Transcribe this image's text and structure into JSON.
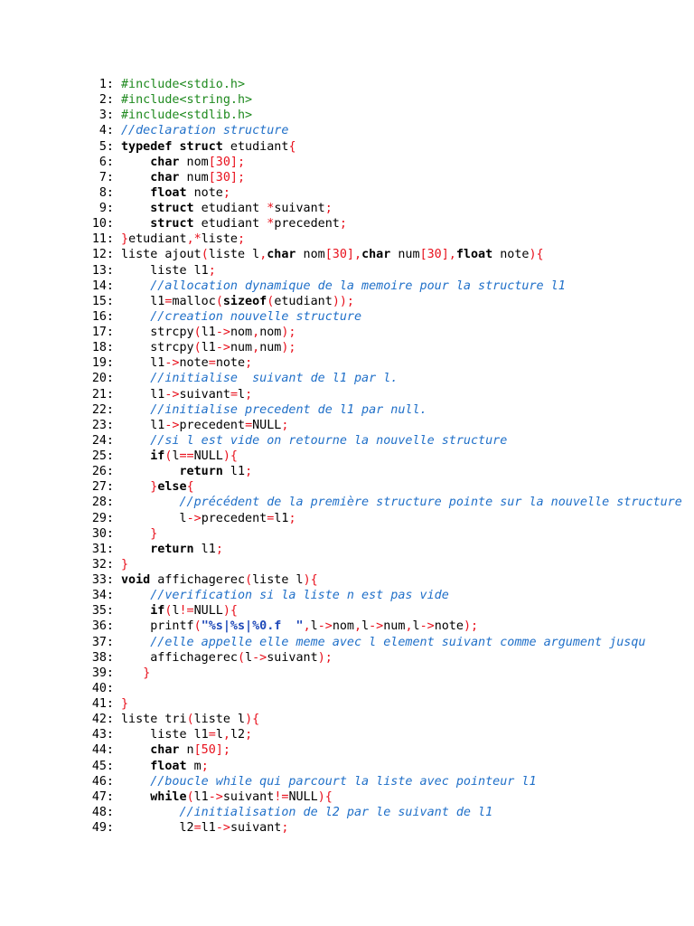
{
  "colors": {
    "keyword": "#000000",
    "punctuation": "#e8101c",
    "comment": "#1f6fc8",
    "directive": "#1f8a1f",
    "string": "#1f49b8"
  },
  "code": {
    "lines": [
      {
        "num": "1:",
        "tokens": [
          {
            "t": "d",
            "v": "#include<stdio.h>"
          }
        ]
      },
      {
        "num": "2:",
        "tokens": [
          {
            "t": "d",
            "v": "#include<string.h>"
          }
        ]
      },
      {
        "num": "3:",
        "tokens": [
          {
            "t": "d",
            "v": "#include<stdlib.h>"
          }
        ]
      },
      {
        "num": "4:",
        "tokens": [
          {
            "t": "c",
            "v": "//declaration structure"
          }
        ]
      },
      {
        "num": "5:",
        "tokens": [
          {
            "t": "k",
            "v": "typedef"
          },
          {
            "t": "n",
            "v": " "
          },
          {
            "t": "k",
            "v": "struct"
          },
          {
            "t": "n",
            "v": " etudiant"
          },
          {
            "t": "p",
            "v": "{"
          }
        ]
      },
      {
        "num": "6:",
        "tokens": [
          {
            "t": "n",
            "v": "    "
          },
          {
            "t": "k",
            "v": "char"
          },
          {
            "t": "n",
            "v": " nom"
          },
          {
            "t": "p",
            "v": "[30];"
          }
        ]
      },
      {
        "num": "7:",
        "tokens": [
          {
            "t": "n",
            "v": "    "
          },
          {
            "t": "k",
            "v": "char"
          },
          {
            "t": "n",
            "v": " num"
          },
          {
            "t": "p",
            "v": "[30];"
          }
        ]
      },
      {
        "num": "8:",
        "tokens": [
          {
            "t": "n",
            "v": "    "
          },
          {
            "t": "k",
            "v": "float"
          },
          {
            "t": "n",
            "v": " note"
          },
          {
            "t": "p",
            "v": ";"
          }
        ]
      },
      {
        "num": "9:",
        "tokens": [
          {
            "t": "n",
            "v": "    "
          },
          {
            "t": "k",
            "v": "struct"
          },
          {
            "t": "n",
            "v": " etudiant "
          },
          {
            "t": "p",
            "v": "*"
          },
          {
            "t": "n",
            "v": "suivant"
          },
          {
            "t": "p",
            "v": ";"
          }
        ]
      },
      {
        "num": "10:",
        "tokens": [
          {
            "t": "n",
            "v": "    "
          },
          {
            "t": "k",
            "v": "struct"
          },
          {
            "t": "n",
            "v": " etudiant "
          },
          {
            "t": "p",
            "v": "*"
          },
          {
            "t": "n",
            "v": "precedent"
          },
          {
            "t": "p",
            "v": ";"
          }
        ]
      },
      {
        "num": "11:",
        "tokens": [
          {
            "t": "p",
            "v": "}"
          },
          {
            "t": "n",
            "v": "etudiant"
          },
          {
            "t": "p",
            "v": ",*"
          },
          {
            "t": "n",
            "v": "liste"
          },
          {
            "t": "p",
            "v": ";"
          }
        ]
      },
      {
        "num": "12:",
        "tokens": [
          {
            "t": "n",
            "v": "liste ajout"
          },
          {
            "t": "p",
            "v": "("
          },
          {
            "t": "n",
            "v": "liste l"
          },
          {
            "t": "p",
            "v": ","
          },
          {
            "t": "k",
            "v": "char"
          },
          {
            "t": "n",
            "v": " nom"
          },
          {
            "t": "p",
            "v": "[30],"
          },
          {
            "t": "k",
            "v": "char"
          },
          {
            "t": "n",
            "v": " num"
          },
          {
            "t": "p",
            "v": "[30],"
          },
          {
            "t": "k",
            "v": "float"
          },
          {
            "t": "n",
            "v": " note"
          },
          {
            "t": "p",
            "v": "){"
          }
        ]
      },
      {
        "num": "13:",
        "tokens": [
          {
            "t": "n",
            "v": "    liste l1"
          },
          {
            "t": "p",
            "v": ";"
          }
        ]
      },
      {
        "num": "14:",
        "tokens": [
          {
            "t": "n",
            "v": "    "
          },
          {
            "t": "c",
            "v": "//allocation dynamique de la memoire pour la structure l1"
          }
        ]
      },
      {
        "num": "15:",
        "tokens": [
          {
            "t": "n",
            "v": "    l1"
          },
          {
            "t": "p",
            "v": "="
          },
          {
            "t": "n",
            "v": "malloc"
          },
          {
            "t": "p",
            "v": "("
          },
          {
            "t": "k",
            "v": "sizeof"
          },
          {
            "t": "p",
            "v": "("
          },
          {
            "t": "n",
            "v": "etudiant"
          },
          {
            "t": "p",
            "v": "));"
          }
        ]
      },
      {
        "num": "16:",
        "tokens": [
          {
            "t": "n",
            "v": "    "
          },
          {
            "t": "c",
            "v": "//creation nouvelle structure"
          }
        ]
      },
      {
        "num": "17:",
        "tokens": [
          {
            "t": "n",
            "v": "    strcpy"
          },
          {
            "t": "p",
            "v": "("
          },
          {
            "t": "n",
            "v": "l1"
          },
          {
            "t": "p",
            "v": "->"
          },
          {
            "t": "n",
            "v": "nom"
          },
          {
            "t": "p",
            "v": ","
          },
          {
            "t": "n",
            "v": "nom"
          },
          {
            "t": "p",
            "v": ");"
          }
        ]
      },
      {
        "num": "18:",
        "tokens": [
          {
            "t": "n",
            "v": "    strcpy"
          },
          {
            "t": "p",
            "v": "("
          },
          {
            "t": "n",
            "v": "l1"
          },
          {
            "t": "p",
            "v": "->"
          },
          {
            "t": "n",
            "v": "num"
          },
          {
            "t": "p",
            "v": ","
          },
          {
            "t": "n",
            "v": "num"
          },
          {
            "t": "p",
            "v": ");"
          }
        ]
      },
      {
        "num": "19:",
        "tokens": [
          {
            "t": "n",
            "v": "    l1"
          },
          {
            "t": "p",
            "v": "->"
          },
          {
            "t": "n",
            "v": "note"
          },
          {
            "t": "p",
            "v": "="
          },
          {
            "t": "n",
            "v": "note"
          },
          {
            "t": "p",
            "v": ";"
          }
        ]
      },
      {
        "num": "20:",
        "tokens": [
          {
            "t": "n",
            "v": "    "
          },
          {
            "t": "c",
            "v": "//initialise  suivant de l1 par l."
          }
        ]
      },
      {
        "num": "21:",
        "tokens": [
          {
            "t": "n",
            "v": "    l1"
          },
          {
            "t": "p",
            "v": "->"
          },
          {
            "t": "n",
            "v": "suivant"
          },
          {
            "t": "p",
            "v": "="
          },
          {
            "t": "n",
            "v": "l"
          },
          {
            "t": "p",
            "v": ";"
          }
        ]
      },
      {
        "num": "22:",
        "tokens": [
          {
            "t": "n",
            "v": "    "
          },
          {
            "t": "c",
            "v": "//initialise precedent de l1 par null."
          }
        ]
      },
      {
        "num": "23:",
        "tokens": [
          {
            "t": "n",
            "v": "    l1"
          },
          {
            "t": "p",
            "v": "->"
          },
          {
            "t": "n",
            "v": "precedent"
          },
          {
            "t": "p",
            "v": "="
          },
          {
            "t": "n",
            "v": "NULL"
          },
          {
            "t": "p",
            "v": ";"
          }
        ]
      },
      {
        "num": "24:",
        "tokens": [
          {
            "t": "n",
            "v": "    "
          },
          {
            "t": "c",
            "v": "//si l est vide on retourne la nouvelle structure"
          }
        ]
      },
      {
        "num": "25:",
        "tokens": [
          {
            "t": "n",
            "v": "    "
          },
          {
            "t": "k",
            "v": "if"
          },
          {
            "t": "p",
            "v": "("
          },
          {
            "t": "n",
            "v": "l"
          },
          {
            "t": "p",
            "v": "=="
          },
          {
            "t": "n",
            "v": "NULL"
          },
          {
            "t": "p",
            "v": "){"
          }
        ]
      },
      {
        "num": "26:",
        "tokens": [
          {
            "t": "n",
            "v": "        "
          },
          {
            "t": "k",
            "v": "return"
          },
          {
            "t": "n",
            "v": " l1"
          },
          {
            "t": "p",
            "v": ";"
          }
        ]
      },
      {
        "num": "27:",
        "tokens": [
          {
            "t": "n",
            "v": "    "
          },
          {
            "t": "p",
            "v": "}"
          },
          {
            "t": "k",
            "v": "else"
          },
          {
            "t": "p",
            "v": "{"
          }
        ]
      },
      {
        "num": "28:",
        "tokens": [
          {
            "t": "n",
            "v": "        "
          },
          {
            "t": "c",
            "v": "//précédent de la première structure pointe sur la nouvelle structure"
          }
        ]
      },
      {
        "num": "29:",
        "tokens": [
          {
            "t": "n",
            "v": "        l"
          },
          {
            "t": "p",
            "v": "->"
          },
          {
            "t": "n",
            "v": "precedent"
          },
          {
            "t": "p",
            "v": "="
          },
          {
            "t": "n",
            "v": "l1"
          },
          {
            "t": "p",
            "v": ";"
          }
        ]
      },
      {
        "num": "30:",
        "tokens": [
          {
            "t": "n",
            "v": "    "
          },
          {
            "t": "p",
            "v": "}"
          }
        ]
      },
      {
        "num": "31:",
        "tokens": [
          {
            "t": "n",
            "v": "    "
          },
          {
            "t": "k",
            "v": "return"
          },
          {
            "t": "n",
            "v": " l1"
          },
          {
            "t": "p",
            "v": ";"
          }
        ]
      },
      {
        "num": "32:",
        "tokens": [
          {
            "t": "p",
            "v": "}"
          }
        ]
      },
      {
        "num": "33:",
        "tokens": [
          {
            "t": "k",
            "v": "void"
          },
          {
            "t": "n",
            "v": " affichagerec"
          },
          {
            "t": "p",
            "v": "("
          },
          {
            "t": "n",
            "v": "liste l"
          },
          {
            "t": "p",
            "v": "){"
          }
        ]
      },
      {
        "num": "34:",
        "tokens": [
          {
            "t": "n",
            "v": "    "
          },
          {
            "t": "c",
            "v": "//verification si la liste n est pas vide"
          }
        ]
      },
      {
        "num": "35:",
        "tokens": [
          {
            "t": "n",
            "v": "    "
          },
          {
            "t": "k",
            "v": "if"
          },
          {
            "t": "p",
            "v": "("
          },
          {
            "t": "n",
            "v": "l"
          },
          {
            "t": "p",
            "v": "!="
          },
          {
            "t": "n",
            "v": "NULL"
          },
          {
            "t": "p",
            "v": "){"
          }
        ]
      },
      {
        "num": "36:",
        "tokens": [
          {
            "t": "n",
            "v": "    printf"
          },
          {
            "t": "p",
            "v": "("
          },
          {
            "t": "s",
            "v": "\"%s|%s|%0.f  \""
          },
          {
            "t": "p",
            "v": ","
          },
          {
            "t": "n",
            "v": "l"
          },
          {
            "t": "p",
            "v": "->"
          },
          {
            "t": "n",
            "v": "nom"
          },
          {
            "t": "p",
            "v": ","
          },
          {
            "t": "n",
            "v": "l"
          },
          {
            "t": "p",
            "v": "->"
          },
          {
            "t": "n",
            "v": "num"
          },
          {
            "t": "p",
            "v": ","
          },
          {
            "t": "n",
            "v": "l"
          },
          {
            "t": "p",
            "v": "->"
          },
          {
            "t": "n",
            "v": "note"
          },
          {
            "t": "p",
            "v": ");"
          }
        ]
      },
      {
        "num": "37:",
        "tokens": [
          {
            "t": "n",
            "v": "    "
          },
          {
            "t": "c",
            "v": "//elle appelle elle meme avec l element suivant comme argument jusqu"
          }
        ]
      },
      {
        "num": "38:",
        "tokens": [
          {
            "t": "n",
            "v": "    affichagerec"
          },
          {
            "t": "p",
            "v": "("
          },
          {
            "t": "n",
            "v": "l"
          },
          {
            "t": "p",
            "v": "->"
          },
          {
            "t": "n",
            "v": "suivant"
          },
          {
            "t": "p",
            "v": ");"
          }
        ]
      },
      {
        "num": "39:",
        "tokens": [
          {
            "t": "n",
            "v": "   "
          },
          {
            "t": "p",
            "v": "}"
          }
        ]
      },
      {
        "num": "40:",
        "tokens": []
      },
      {
        "num": "41:",
        "tokens": [
          {
            "t": "p",
            "v": "}"
          }
        ]
      },
      {
        "num": "42:",
        "tokens": [
          {
            "t": "n",
            "v": "liste tri"
          },
          {
            "t": "p",
            "v": "("
          },
          {
            "t": "n",
            "v": "liste l"
          },
          {
            "t": "p",
            "v": "){"
          }
        ]
      },
      {
        "num": "43:",
        "tokens": [
          {
            "t": "n",
            "v": "    liste l1"
          },
          {
            "t": "p",
            "v": "="
          },
          {
            "t": "n",
            "v": "l"
          },
          {
            "t": "p",
            "v": ","
          },
          {
            "t": "n",
            "v": "l2"
          },
          {
            "t": "p",
            "v": ";"
          }
        ]
      },
      {
        "num": "44:",
        "tokens": [
          {
            "t": "n",
            "v": "    "
          },
          {
            "t": "k",
            "v": "char"
          },
          {
            "t": "n",
            "v": " n"
          },
          {
            "t": "p",
            "v": "[50];"
          }
        ]
      },
      {
        "num": "45:",
        "tokens": [
          {
            "t": "n",
            "v": "    "
          },
          {
            "t": "k",
            "v": "float"
          },
          {
            "t": "n",
            "v": " m"
          },
          {
            "t": "p",
            "v": ";"
          }
        ]
      },
      {
        "num": "46:",
        "tokens": [
          {
            "t": "n",
            "v": "    "
          },
          {
            "t": "c",
            "v": "//boucle while qui parcourt la liste avec pointeur l1"
          }
        ]
      },
      {
        "num": "47:",
        "tokens": [
          {
            "t": "n",
            "v": "    "
          },
          {
            "t": "k",
            "v": "while"
          },
          {
            "t": "p",
            "v": "("
          },
          {
            "t": "n",
            "v": "l1"
          },
          {
            "t": "p",
            "v": "->"
          },
          {
            "t": "n",
            "v": "suivant"
          },
          {
            "t": "p",
            "v": "!="
          },
          {
            "t": "n",
            "v": "NULL"
          },
          {
            "t": "p",
            "v": "){"
          }
        ]
      },
      {
        "num": "48:",
        "tokens": [
          {
            "t": "n",
            "v": "        "
          },
          {
            "t": "c",
            "v": "//initialisation de l2 par le suivant de l1"
          }
        ]
      },
      {
        "num": "49:",
        "tokens": [
          {
            "t": "n",
            "v": "        l2"
          },
          {
            "t": "p",
            "v": "="
          },
          {
            "t": "n",
            "v": "l1"
          },
          {
            "t": "p",
            "v": "->"
          },
          {
            "t": "n",
            "v": "suivant"
          },
          {
            "t": "p",
            "v": ";"
          }
        ]
      }
    ]
  }
}
